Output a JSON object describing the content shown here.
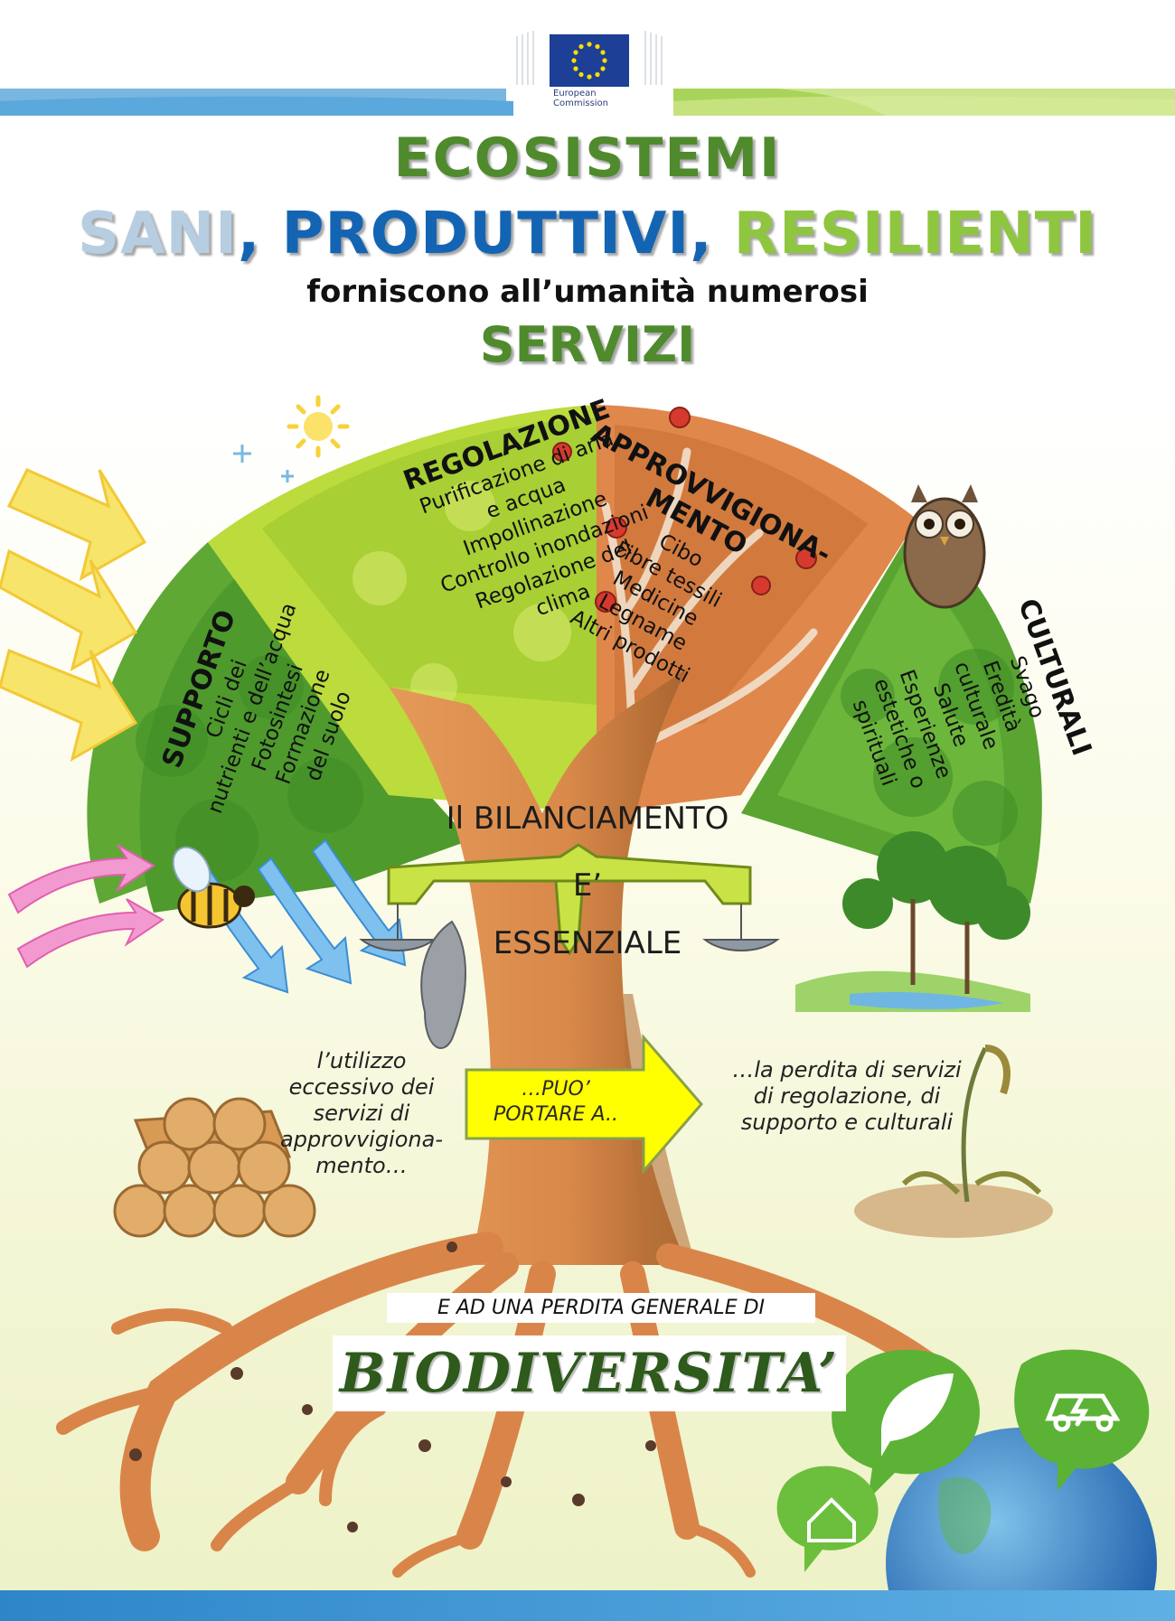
{
  "header": {
    "logo_label_line1": "European",
    "logo_label_line2": "Commission"
  },
  "title": {
    "line1": "ECOSISTEMI",
    "word_sani": "SANI",
    "word_produttivi": "PRODUTTIVI",
    "word_resilienti": "RESILIENTI",
    "separator": ",",
    "subtitle": "forniscono all’umanità numerosi",
    "servizi": "SERVIZI"
  },
  "categories": {
    "regolazione": {
      "heading": "REGOLAZIONE",
      "items": [
        "Purificazione di aria",
        "e acqua",
        "Impollinazione",
        "Controllo inondazioni",
        "Regolazione del",
        "clima"
      ]
    },
    "approvvigionamento": {
      "heading_line1": "APPROVVIGIONA-",
      "heading_line2": "MENTO",
      "items": [
        "Cibo",
        "Fibre tessili",
        "Medicine",
        "Legname",
        "Altri prodotti"
      ]
    },
    "supporto": {
      "heading": "SUPPORTO",
      "items": [
        "Cicli dei",
        "nutrienti e dell’acqua",
        "Fotosintesi",
        "Formazione",
        "del suolo"
      ]
    },
    "culturali": {
      "heading": "CULTURALI",
      "items": [
        "Svago",
        "Eredità culturale",
        "Salute",
        "Esperienze",
        "estetiche o",
        "spirituali"
      ]
    }
  },
  "balance": {
    "line1": "Il BILANCIAMENTO",
    "line2": "E’",
    "line3": "ESSENZIALE"
  },
  "cause_text": [
    "l’utilizzo",
    "eccessivo dei",
    "servizi di",
    "approvvigiona-",
    "mento…"
  ],
  "arrow_text": [
    "…PUO’",
    "PORTARE A.."
  ],
  "effect_text": [
    "…la perdita di servizi",
    "di regolazione, di",
    "supporto e culturali"
  ],
  "banner_small": "E AD UNA PERDITA GENERALE DI",
  "banner_big": "BIODIVERSITA’",
  "colors": {
    "title_green": "#4f8a2c",
    "sani_blue": "#b7cde2",
    "produttivi_blue": "#1464b4",
    "resilienti_green": "#8ec63f",
    "eu_blue": "#1d3f95",
    "eu_gold": "#ffdd00",
    "trunk": "#d9894a",
    "scale_green": "#c9e245",
    "arrow_yellow": "#ffff00"
  },
  "icons": [
    "eu-flag-icon",
    "leaf-icon",
    "electric-car-icon",
    "eco-house-icon",
    "sun-icon",
    "owl-icon",
    "bee-icon",
    "squirrel-icon",
    "apple-icon"
  ]
}
